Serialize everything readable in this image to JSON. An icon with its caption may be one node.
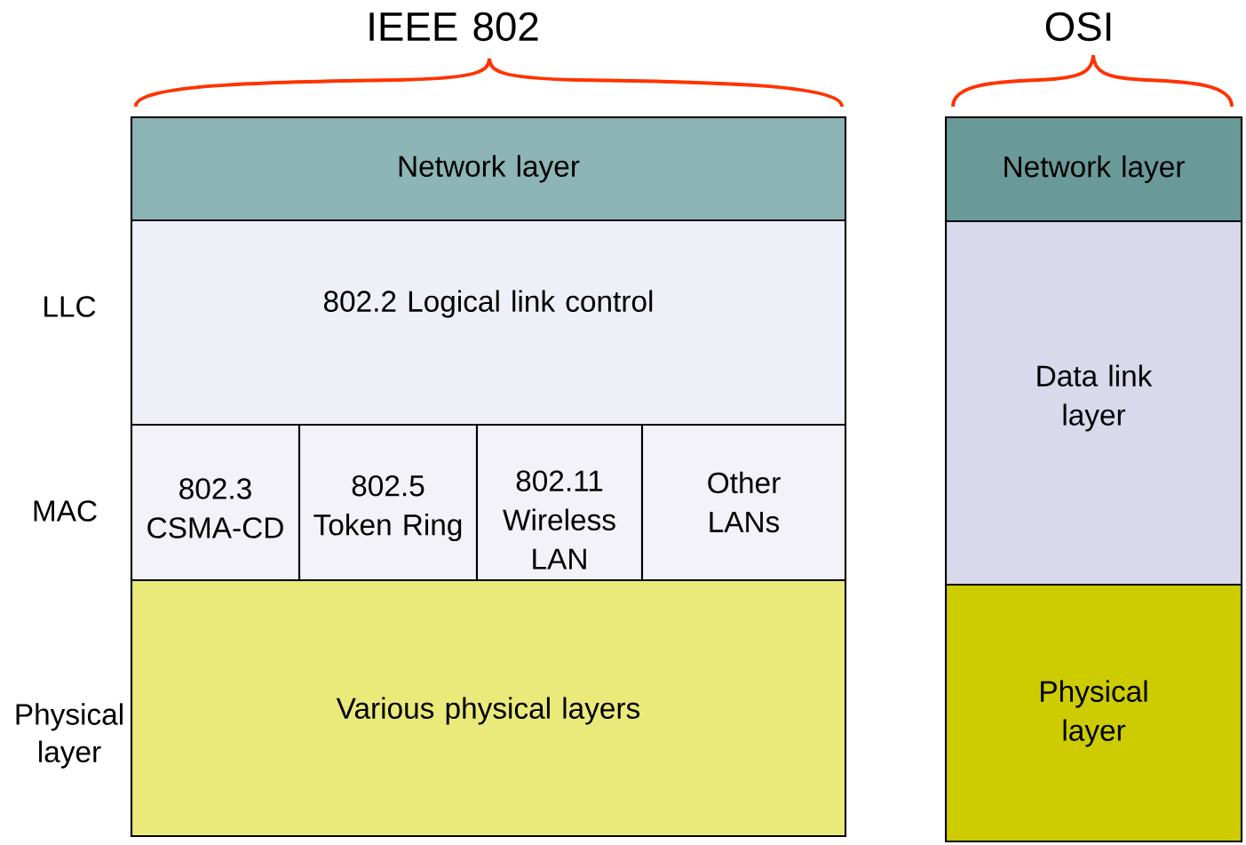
{
  "diagram": {
    "nodes": [
      {
        "text": [
          "Network layer"
        ]
      },
      {
        "text": [
          "802.2  Logical link control"
        ]
      },
      {
        "text": [
          "802.3 CSMA-CD"
        ]
      },
      {
        "text": [
          "802.5 Token Ring"
        ]
      },
      {
        "text": [
          "802.11 Wireless LAN"
        ]
      },
      {
        "text": [
          "Other LANs"
        ]
      },
      {
        "text": [
          "Various physical layers"
        ]
      },
      {
        "text": [
          "Network layer"
        ]
      },
      {
        "text": [
          "Data link layer"
        ]
      },
      {
        "text": [
          "Physical layer"
        ]
      }
    ],
    "labels": [
      "IEEE 802",
      "OSI",
      "LLC",
      "MAC",
      "Physical layer"
    ]
  }
}
